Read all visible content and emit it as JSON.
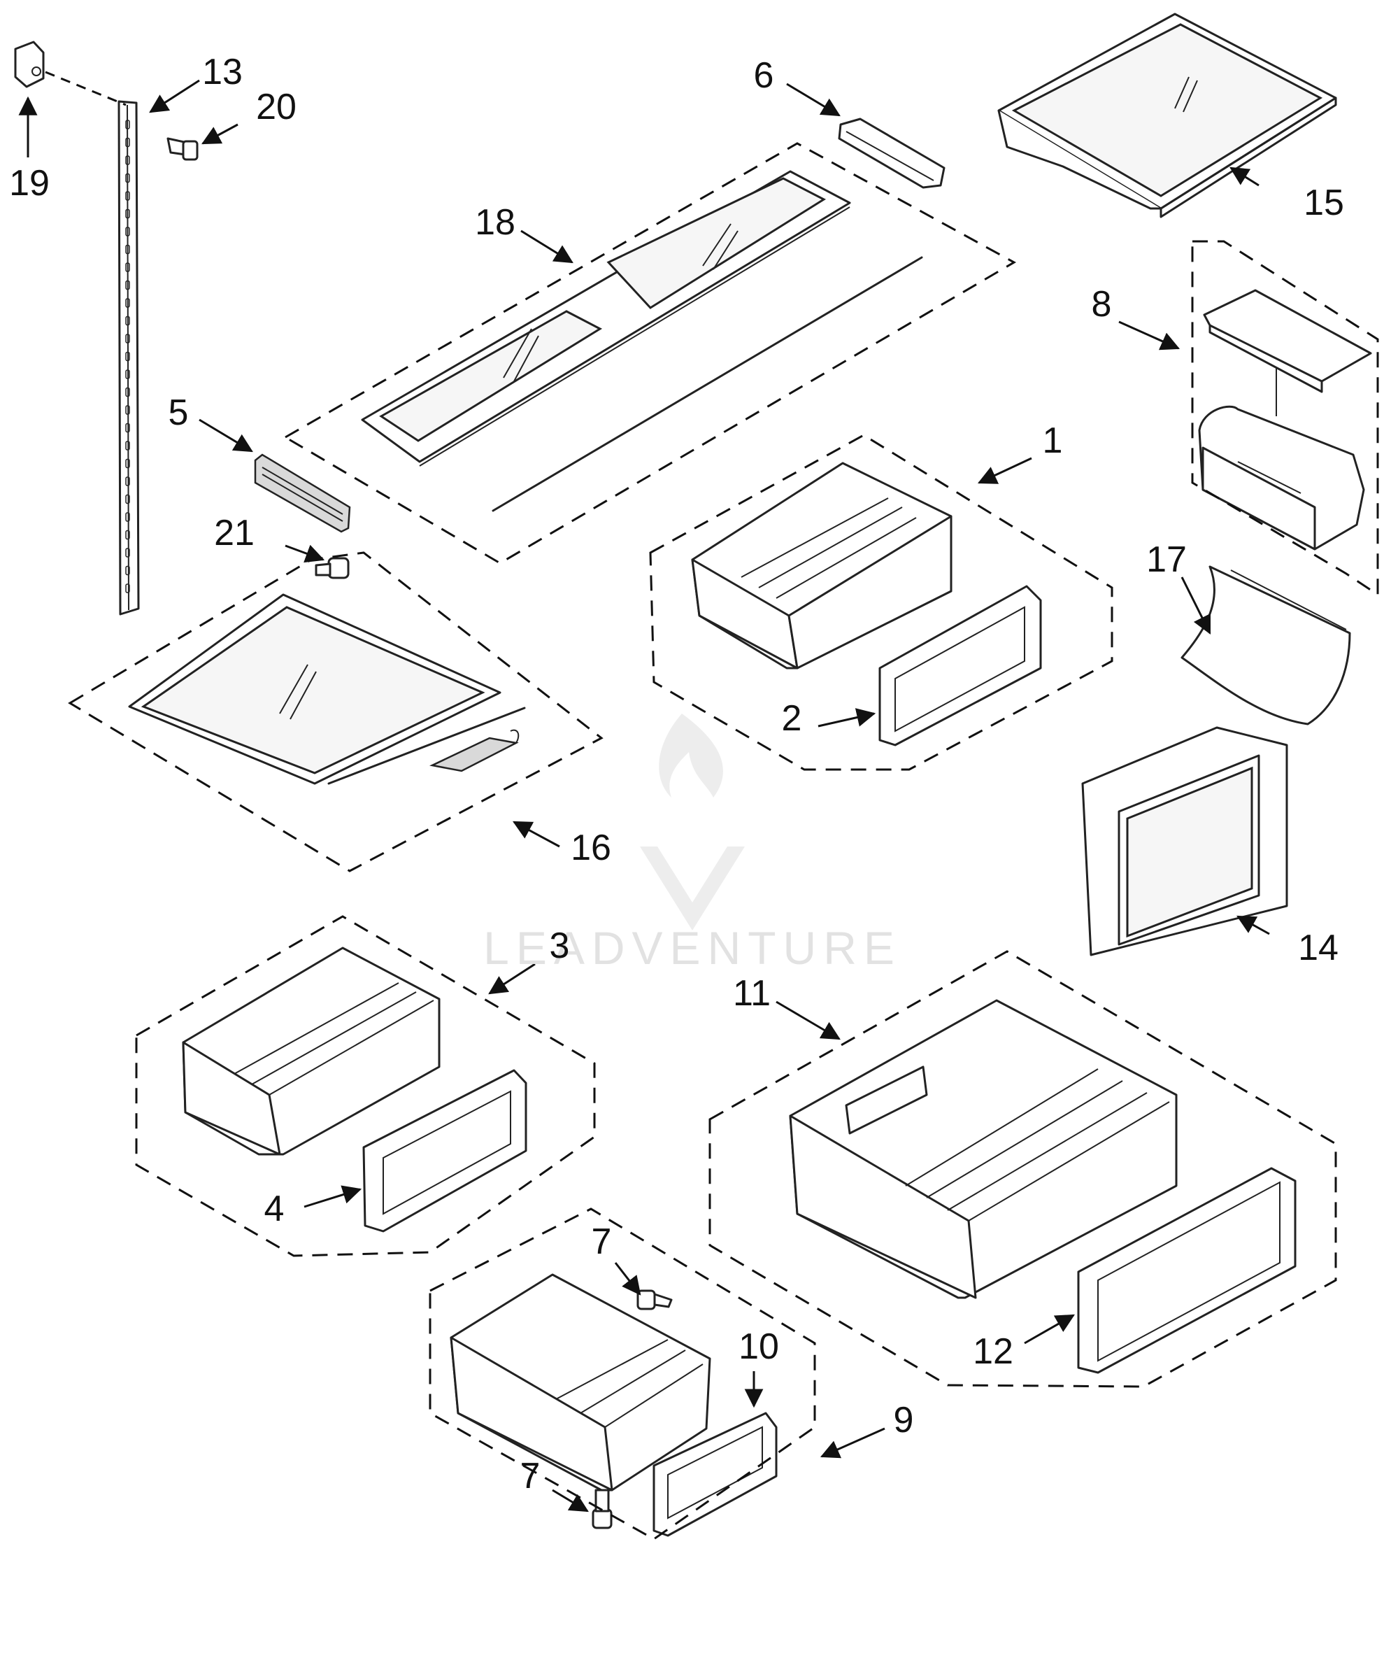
{
  "diagram": {
    "callouts": [
      "1",
      "2",
      "3",
      "4",
      "5",
      "6",
      "7",
      "7",
      "8",
      "9",
      "10",
      "11",
      "12",
      "13",
      "14",
      "15",
      "16",
      "17",
      "18",
      "19",
      "20",
      "21"
    ],
    "watermark": "LEADVENTURE"
  }
}
